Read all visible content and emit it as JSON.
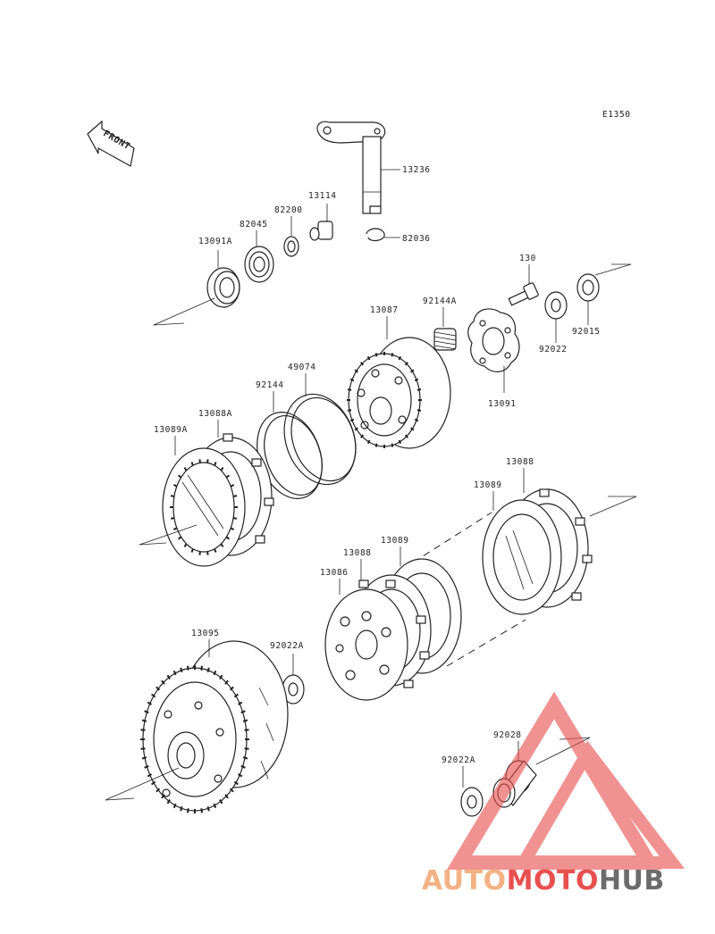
{
  "diagram_code": "E1350",
  "front_label": "FRONT",
  "parts": {
    "p13236": "13236",
    "p13114": "13114",
    "p82200": "82200",
    "p82045": "82045",
    "p13091A": "13091A",
    "p82036": "82036",
    "p130": "130",
    "p92144A": "92144A",
    "p13087": "13087",
    "p92022": "92022",
    "p92015": "92015",
    "p13091": "13091",
    "p49074": "49074",
    "p92144": "92144",
    "p13088A": "13088A",
    "p13089A": "13089A",
    "p13088_right": "13088",
    "p13089_right": "13089",
    "p13089_mid": "13089",
    "p13088_mid": "13088",
    "p13086": "13086",
    "p13095": "13095",
    "p92022A_top": "92022A",
    "p92028": "92028",
    "p92022A_bottom": "92022A"
  },
  "watermark": {
    "part1": "AUTO",
    "part2": "MOTO",
    "part3": "HUB",
    "color_part1": "#f4b183",
    "color_part2": "#e8504f",
    "color_part3": "#6b6b6b",
    "logo_color": "#e8504f"
  }
}
